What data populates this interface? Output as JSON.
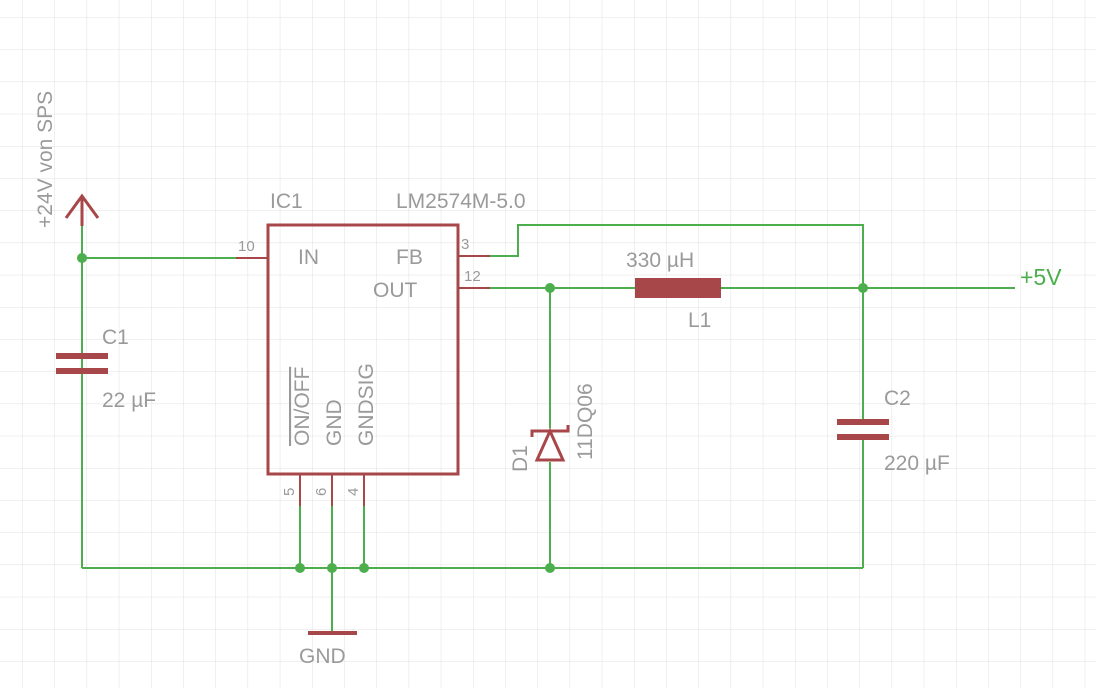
{
  "colors": {
    "grid": "#dcdcdc",
    "wire": "#4cae4c",
    "symbol": "#a8474a",
    "label": "#9a9a9a",
    "net_label": "#4cae4c"
  },
  "supply": {
    "input_label": "+24V von SPS",
    "output_label": "+5V",
    "ground_label": "GND"
  },
  "ic": {
    "name": "IC1",
    "value": "LM2574M-5.0",
    "pins": {
      "in": {
        "label": "IN",
        "number": "10"
      },
      "fb": {
        "label": "FB",
        "number": "3"
      },
      "out": {
        "label": "OUT",
        "number": "12"
      },
      "onoff": {
        "label": "ON/OFF",
        "number": "5"
      },
      "gnd": {
        "label": "GND",
        "number": "6"
      },
      "gndsig": {
        "label": "GNDSIG",
        "number": "4"
      }
    }
  },
  "c1": {
    "name": "C1",
    "value": "22 µF"
  },
  "c2": {
    "name": "C2",
    "value": "220 µF"
  },
  "l1": {
    "name": "L1",
    "value": "330 µH"
  },
  "d1": {
    "name": "D1",
    "value": "11DQ06"
  }
}
